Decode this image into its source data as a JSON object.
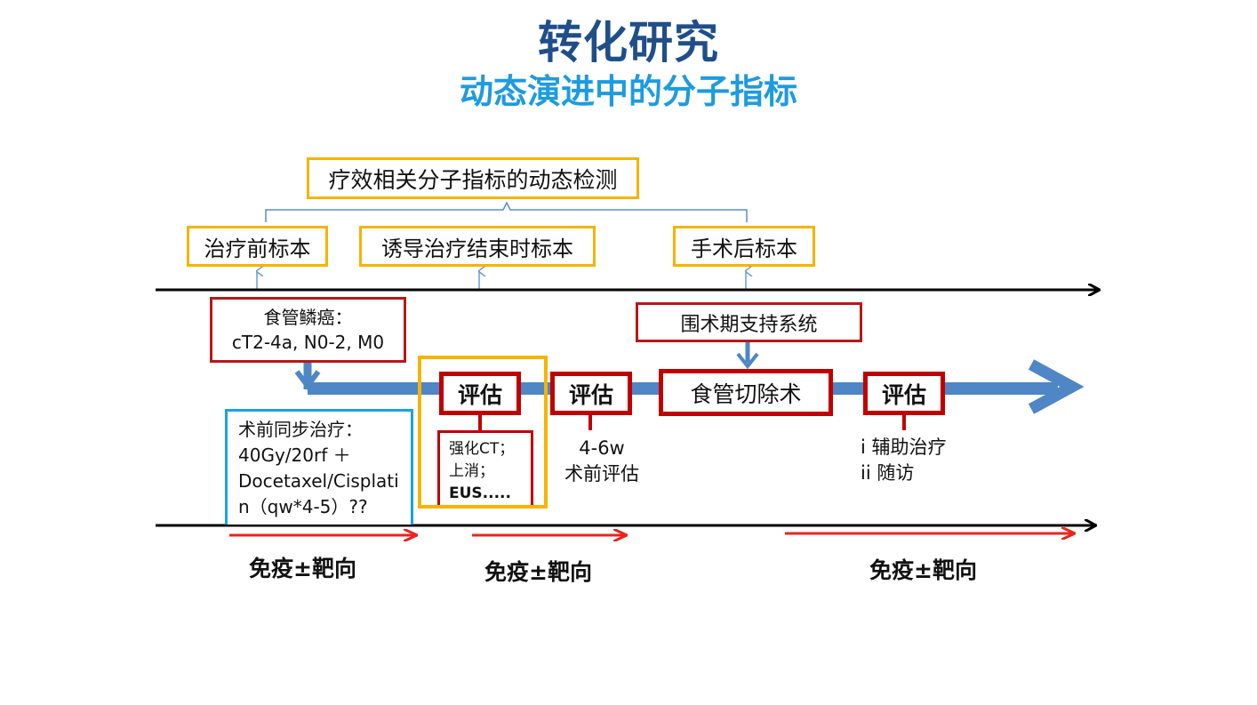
{
  "header": {
    "title": "转化研究",
    "subtitle": "动态演进中的分子指标"
  },
  "top_box": {
    "label": "疗效相关分子指标的动态检测"
  },
  "samples": [
    {
      "label": "治疗前标本"
    },
    {
      "label": "诱导治疗结束时标本"
    },
    {
      "label": "手术后标本"
    }
  ],
  "diagnosis": {
    "line1": "食管鳞癌：",
    "line2": "cT2-4a, N0-2, M0"
  },
  "support": {
    "label": "围术期支持系统"
  },
  "evaluations": [
    {
      "label": "评估"
    },
    {
      "label": "评估"
    },
    {
      "label": "评估"
    }
  ],
  "surgery": {
    "label": "食管切除术"
  },
  "exams": {
    "line1": "强化CT；",
    "line2": "上消；",
    "line3": "EUS....."
  },
  "preop_eval": {
    "line1": "4-6w",
    "line2": "术前评估"
  },
  "followup": {
    "line1": "i 辅助治疗",
    "line2": "ii 随访"
  },
  "neoadjuvant": {
    "line1": "术前同步治疗：",
    "line2": "40Gy/20rf ＋",
    "line3": "Docetaxel/Cisplati",
    "line4": "n（qw*4-5）??"
  },
  "immuno_labels": [
    {
      "label": "免疫±靶向"
    },
    {
      "label": "免疫±靶向"
    },
    {
      "label": "免疫±靶向"
    }
  ],
  "colors": {
    "title": "#1f4e8a",
    "subtitle": "#1d9be0",
    "yellow_border": "#f5b400",
    "red_border": "#c00000",
    "blue_border": "#1aa3e0",
    "flow_arrow": "#4f86c6",
    "red_arrow": "#e8251c"
  }
}
